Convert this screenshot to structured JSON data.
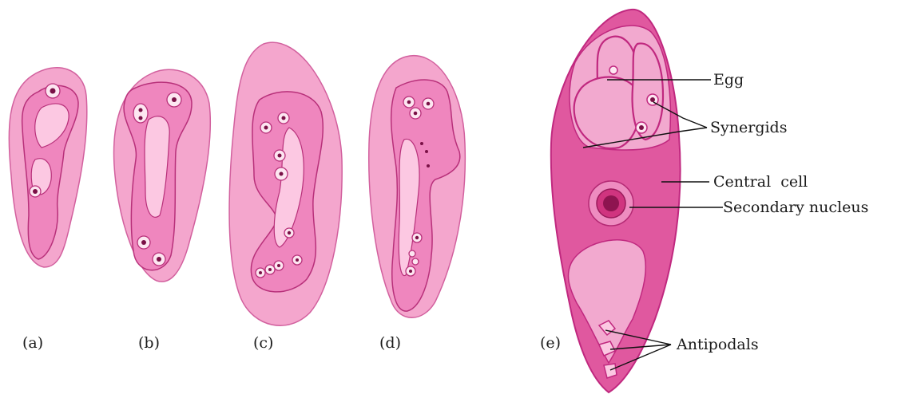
{
  "panels": [
    {
      "id": "a",
      "caption": "(a)"
    },
    {
      "id": "b",
      "caption": "(b)"
    },
    {
      "id": "c",
      "caption": "(c)"
    },
    {
      "id": "d",
      "caption": "(d)"
    },
    {
      "id": "e",
      "caption": "(e)"
    }
  ],
  "labels": {
    "egg": "Egg",
    "synergids": "Synergids",
    "central_cell": "Central  cell",
    "secondary_nucleus": "Secondary nucleus",
    "antipodals": "Antipodals"
  },
  "colors": {
    "outer": "#f4a6cd",
    "outer_stroke": "#d2609e",
    "inner": "#ef86be",
    "inner_stroke": "#b8307a",
    "vacuole": "#fcc8e2",
    "nucleus_fill": "#fde6f1",
    "nucleus_dot": "#7a1046",
    "e_body": "#e0589f",
    "e_dark": "#c0287f",
    "e_light": "#f2a9cf",
    "leader": "#111111"
  }
}
